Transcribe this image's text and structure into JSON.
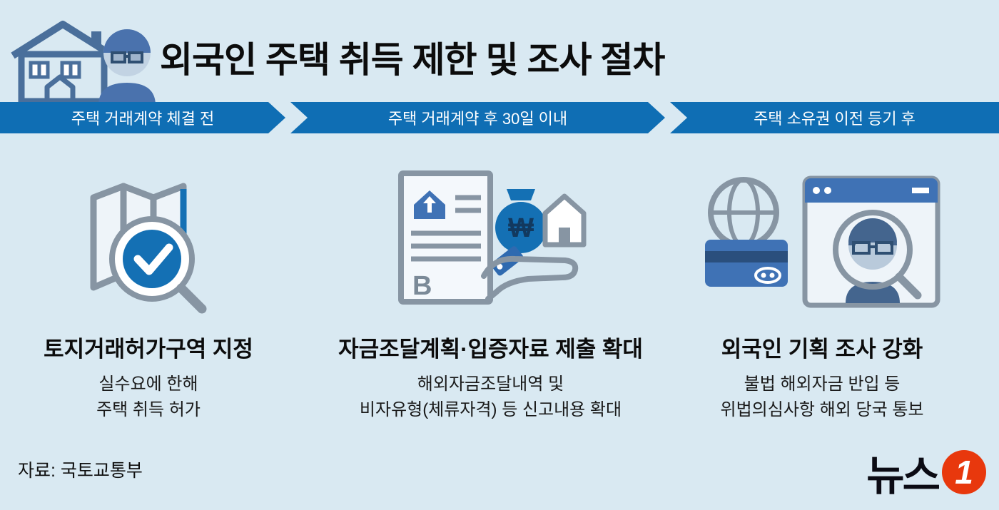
{
  "colors": {
    "background": "#d9e9f2",
    "bar_blue": "#0f6eb4",
    "icon_blue": "#3f72b5",
    "icon_gray": "#8795a3",
    "logo_red": "#e8380d"
  },
  "header": {
    "title": "외국인 주택 취득 제한 및 조사 절차"
  },
  "timeline": {
    "steps": [
      {
        "label": "주택 거래계약 체결 전"
      },
      {
        "label": "주택 거래계약 후 30일 이내"
      },
      {
        "label": "주택 소유권 이전 등기 후"
      }
    ]
  },
  "columns": [
    {
      "heading": "토지거래허가구역 지정",
      "lines": [
        "실수요에 한해",
        "주택 취득 허가"
      ]
    },
    {
      "heading": "자금조달계획·입증자료 제출 확대",
      "lines": [
        "해외자금조달내역 및",
        "비자유형(체류자격) 등 신고내용 확대"
      ]
    },
    {
      "heading": "외국인 기획 조사 강화",
      "lines": [
        "불법 해외자금 반입 등",
        "위법의심사항 해외 당국 통보"
      ]
    }
  ],
  "glyphs": {
    "won": "₩",
    "b": "B"
  },
  "footer": {
    "source": "자료: 국토교통부",
    "logo_text": "뉴스",
    "logo_number": "1"
  }
}
